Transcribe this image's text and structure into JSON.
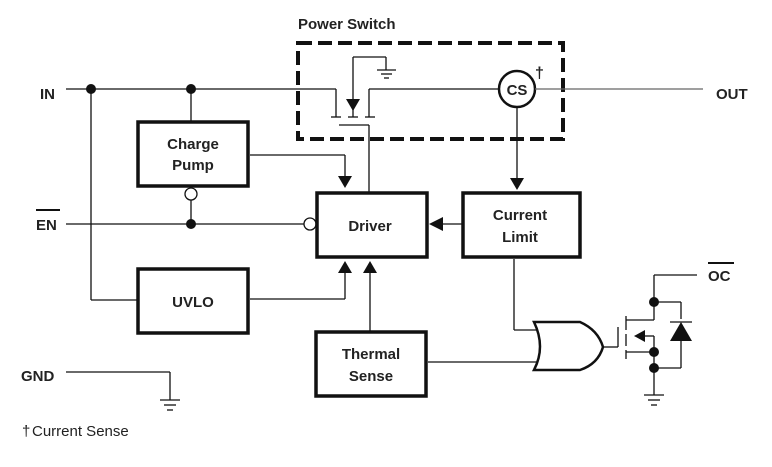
{
  "title": "Power Switch",
  "pins": {
    "in": "IN",
    "out": "OUT",
    "en": "EN",
    "gnd": "GND",
    "oc": "OC"
  },
  "blocks": {
    "charge_pump": [
      "Charge",
      "Pump"
    ],
    "driver": "Driver",
    "current_limit": [
      "Current",
      "Limit"
    ],
    "uvlo": "UVLO",
    "thermal_sense": [
      "Thermal",
      "Sense"
    ],
    "current_sense": "CS"
  },
  "footnote": {
    "symbol": "†",
    "text": "Current Sense"
  }
}
